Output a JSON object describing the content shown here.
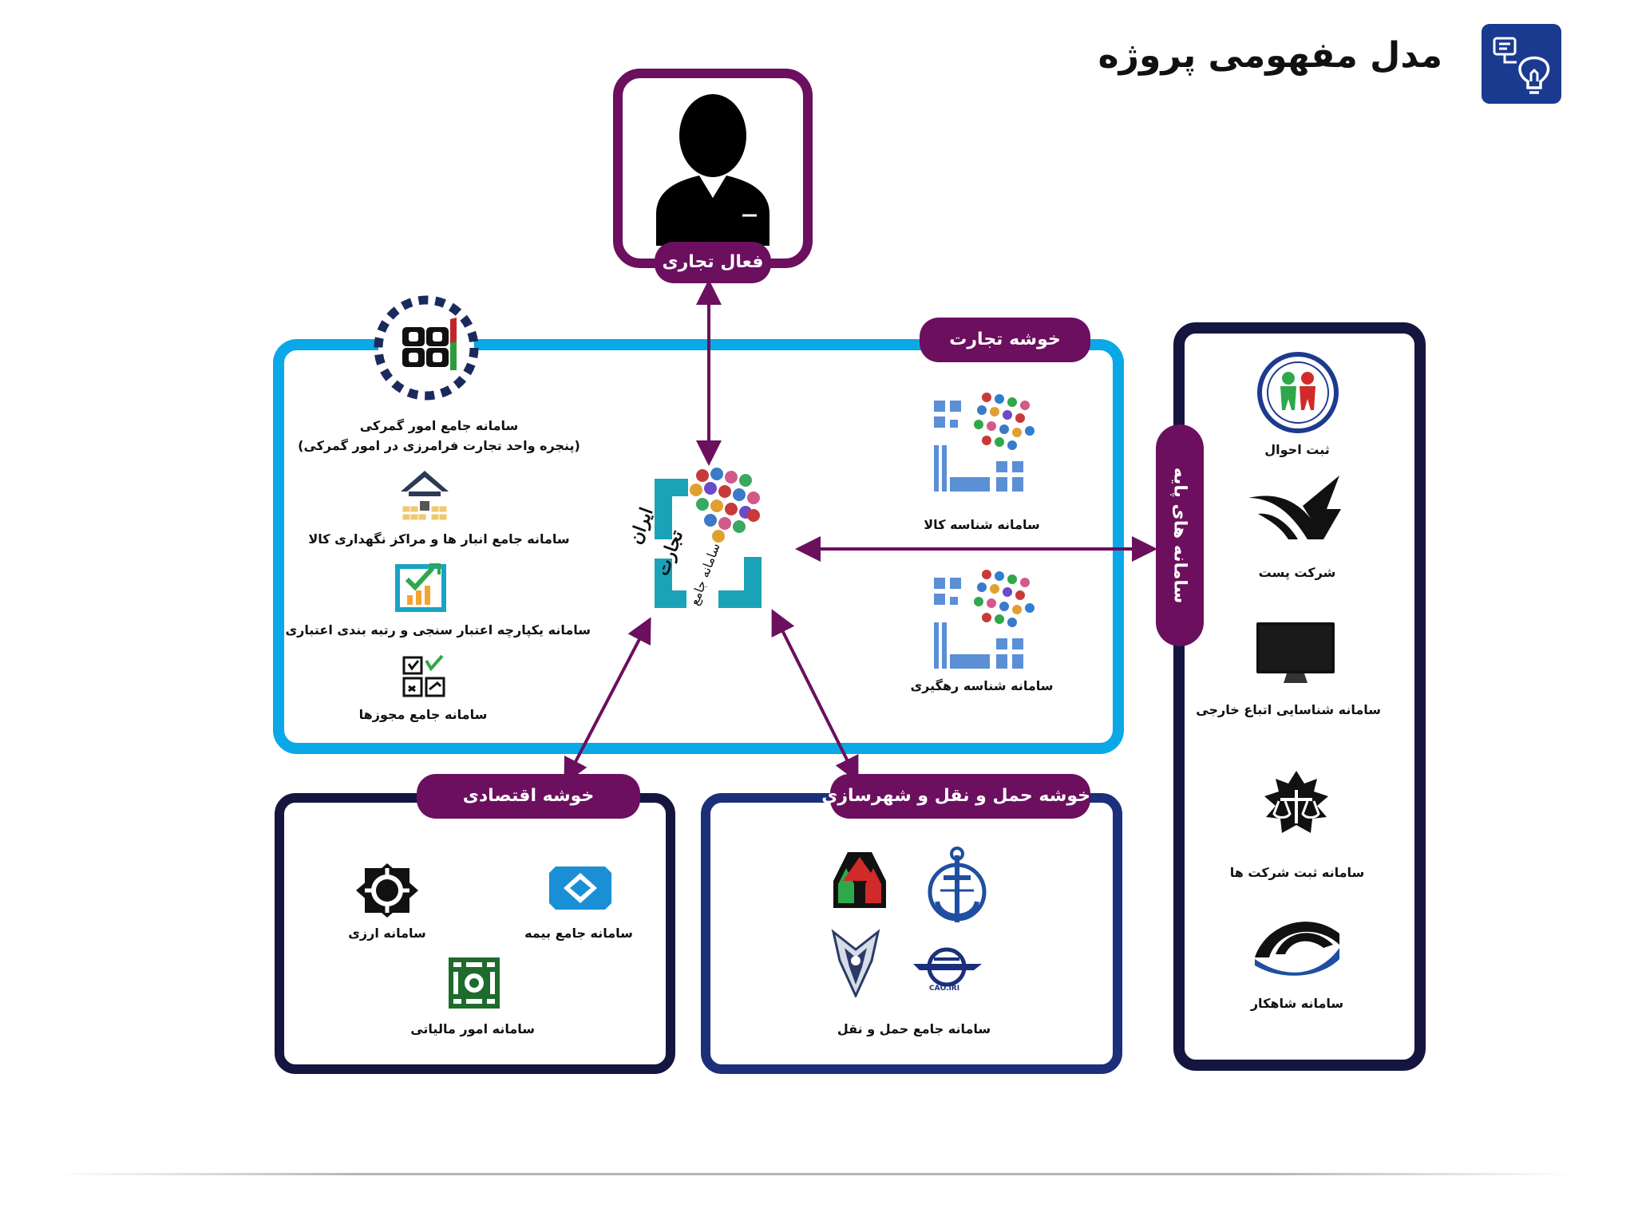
{
  "header": {
    "title": "مدل مفهومی پروژه",
    "icon": "idea-bulb-icon",
    "accent": "#1a3a8f"
  },
  "actor": {
    "label": "فعال تجاری",
    "icon": "business-person-icon"
  },
  "center": {
    "logo_text_top": "ایران",
    "logo_text_mid": "تجارت",
    "logo_text_bottom": "سامانه جامع",
    "icon": "iran-trade-portal-logo"
  },
  "trade_cluster": {
    "label": "خوشه تجارت",
    "color": "#0aa8e6",
    "items_left": [
      {
        "label": "سامانه جامع امور گمرکی",
        "sub": "(پنجره واحد تجارت فرامرزی در امور گمرکی)",
        "icon": "customs-logo-icon"
      },
      {
        "label": "سامانه جامع انبار ها و مراکز نگهداری کالا",
        "icon": "warehouse-icon"
      },
      {
        "label": "سامانه یکپارچه اعتبار سنجی و رتبه بندی اعتباری",
        "icon": "credit-rating-icon"
      },
      {
        "label": "سامانه جامع مجوزها",
        "icon": "permits-icon"
      }
    ],
    "items_right": [
      {
        "label": "سامانه شناسه کالا",
        "icon": "product-id-icon"
      },
      {
        "label": "سامانه شناسه رهگیری",
        "icon": "tracking-id-icon"
      }
    ]
  },
  "economic_cluster": {
    "label": "خوشه اقتصادی",
    "color": "#14163f",
    "items": [
      {
        "label": "سامانه جامع بیمه",
        "icon": "insurance-logo-icon"
      },
      {
        "label": "سامانه ارزی",
        "icon": "central-bank-logo-icon"
      },
      {
        "label": "سامانه امور مالیاتی",
        "icon": "tax-logo-icon"
      }
    ]
  },
  "transport_cluster": {
    "label": "خوشه حمل و نقل و شهرسازی",
    "color": "#1b2f7a",
    "caption": "سامانه جامع حمل و نقل",
    "icons": [
      "road-maintenance-logo-icon",
      "ports-maritime-logo-icon",
      "railway-logo-icon",
      "civil-aviation-logo-icon"
    ],
    "caoiri": "CAO.IRI"
  },
  "base_systems": {
    "label": "سامانه های پایه",
    "color": "#14163f",
    "items": [
      {
        "label": "ثبت احوال",
        "icon": "civil-registry-logo-icon"
      },
      {
        "label": "شرکت پست",
        "icon": "post-logo-icon"
      },
      {
        "label": "سامانه شناسایی اتباع خارجی",
        "icon": "monitor-icon"
      },
      {
        "label": "سامانه ثبت شرکت ها",
        "icon": "judiciary-logo-icon"
      },
      {
        "label": "سامانه شاهکار",
        "icon": "shahkar-logo-icon"
      }
    ]
  },
  "colors": {
    "pill": "#6b0f5e",
    "arrow": "#6b0f5e"
  }
}
